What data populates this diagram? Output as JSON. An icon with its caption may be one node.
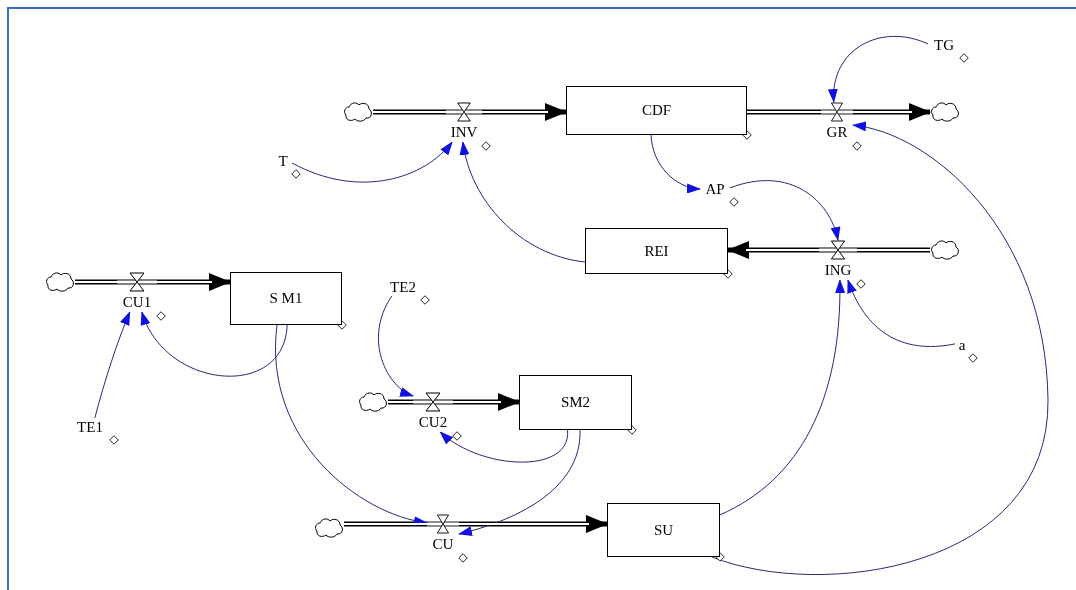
{
  "diagram": {
    "nodes": [
      {
        "text": [
          "TG"
        ]
      },
      {
        "text": [],
        "shape": "cloud"
      },
      {
        "text": [
          "INV"
        ]
      },
      {
        "text": [
          "CDF"
        ]
      },
      {
        "text": [
          "GR"
        ]
      },
      {
        "text": [],
        "shape": "cloud"
      },
      {
        "text": [
          "T"
        ]
      },
      {
        "text": [
          "AP"
        ]
      },
      {
        "text": [
          "REI"
        ]
      },
      {
        "text": [
          "ING"
        ]
      },
      {
        "text": [],
        "shape": "cloud"
      },
      {
        "text": [],
        "shape": "cloud"
      },
      {
        "text": [
          "CU1"
        ]
      },
      {
        "text": [
          "S M1"
        ]
      },
      {
        "text": [
          "TE2"
        ]
      },
      {
        "text": [
          "a"
        ]
      },
      {
        "text": [],
        "shape": "cloud"
      },
      {
        "text": [
          "CU2"
        ]
      },
      {
        "text": [
          "SM2"
        ]
      },
      {
        "text": [
          "TE1"
        ]
      },
      {
        "text": [],
        "shape": "cloud"
      },
      {
        "text": [
          "CU"
        ]
      },
      {
        "text": [
          "SU"
        ]
      }
    ],
    "edges": [
      {
        "from": 1,
        "to": 2,
        "arrow": "none",
        "style": "thick",
        "color": "#000000"
      },
      {
        "from": 2,
        "to": 3,
        "arrow": "to",
        "style": "thick",
        "color": "#000000"
      },
      {
        "from": 3,
        "to": 4,
        "arrow": "none",
        "style": "thick",
        "color": "#000000"
      },
      {
        "from": 4,
        "to": 5,
        "arrow": "to",
        "style": "thick",
        "color": "#000000"
      },
      {
        "from": 10,
        "to": 9,
        "arrow": "none",
        "style": "thick",
        "color": "#000000"
      },
      {
        "from": 9,
        "to": 8,
        "arrow": "to",
        "style": "thick",
        "color": "#000000"
      },
      {
        "from": 11,
        "to": 12,
        "arrow": "none",
        "style": "thick",
        "color": "#000000"
      },
      {
        "from": 12,
        "to": 13,
        "arrow": "to",
        "style": "thick",
        "color": "#000000"
      },
      {
        "from": 16,
        "to": 17,
        "arrow": "none",
        "style": "thick",
        "color": "#000000"
      },
      {
        "from": 17,
        "to": 18,
        "arrow": "to",
        "style": "thick",
        "color": "#000000"
      },
      {
        "from": 20,
        "to": 21,
        "arrow": "none",
        "style": "thick",
        "color": "#000000"
      },
      {
        "from": 21,
        "to": 22,
        "arrow": "to",
        "style": "thick",
        "color": "#000000"
      },
      {
        "from": 0,
        "to": 4,
        "arrow": "to"
      },
      {
        "from": 6,
        "to": 2,
        "arrow": "to"
      },
      {
        "from": 8,
        "to": 2,
        "arrow": "to"
      },
      {
        "from": 3,
        "to": 7,
        "arrow": "to"
      },
      {
        "from": 7,
        "to": 9,
        "arrow": "to"
      },
      {
        "from": 22,
        "to": 4,
        "arrow": "to"
      },
      {
        "from": 22,
        "to": 9,
        "arrow": "to"
      },
      {
        "from": 15,
        "to": 9,
        "arrow": "to"
      },
      {
        "from": 19,
        "to": 12,
        "arrow": "to"
      },
      {
        "from": 13,
        "to": 12,
        "arrow": "to"
      },
      {
        "from": 13,
        "to": 21,
        "arrow": "to"
      },
      {
        "from": 14,
        "to": 17,
        "arrow": "to"
      },
      {
        "from": 18,
        "to": 17,
        "arrow": "to"
      },
      {
        "from": 18,
        "to": 21,
        "arrow": "to"
      }
    ]
  }
}
